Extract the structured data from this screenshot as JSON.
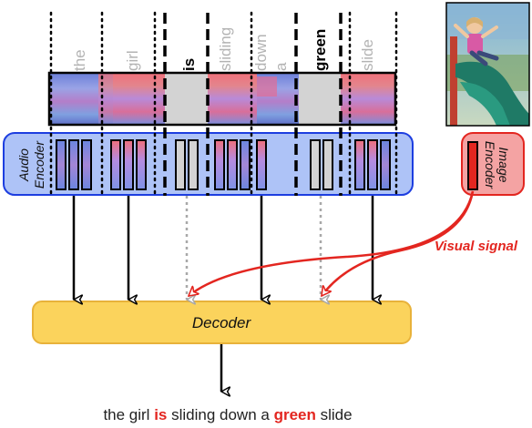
{
  "words": [
    {
      "text": "the",
      "masked": false
    },
    {
      "text": "girl",
      "masked": false
    },
    {
      "text": "is",
      "masked": true
    },
    {
      "text": "sliding",
      "masked": false
    },
    {
      "text": "down",
      "masked": false
    },
    {
      "text": "a",
      "masked": false
    },
    {
      "text": "green",
      "masked": true
    },
    {
      "text": "slide",
      "masked": false
    }
  ],
  "labels": {
    "audio_encoder_line1": "Audio",
    "audio_encoder_line2": "Encoder",
    "image_encoder_line1": "Image",
    "image_encoder_line2": "Encoder",
    "visual_signal": "Visual signal",
    "decoder": "Decoder"
  },
  "caption": [
    {
      "text": "the girl ",
      "highlight": false
    },
    {
      "text": "is",
      "highlight": true
    },
    {
      "text": " sliding down a ",
      "highlight": false
    },
    {
      "text": "green",
      "highlight": true
    },
    {
      "text": " slide",
      "highlight": false
    }
  ],
  "photo": {
    "description_icon": "photo-girl-on-slide-icon"
  },
  "colors": {
    "audio_encoder_fill": "#aec3f7",
    "audio_encoder_border": "#1d3ee0",
    "image_encoder_fill": "#f4a3a3",
    "image_encoder_border": "#e32620",
    "decoder_fill": "#fbd35c",
    "decoder_border": "#e8b23a",
    "visual_signal": "#e32620",
    "masked_gray": "#d3d3d3"
  }
}
